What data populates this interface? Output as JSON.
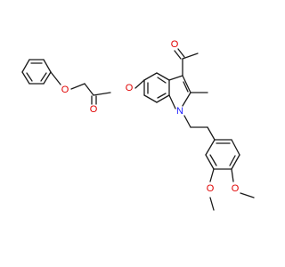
{
  "structure": {
    "atoms": {
      "o_carbonyl_ester": "O",
      "o_ester": "O",
      "o_phenoxy": "O",
      "o_acetyl": "O",
      "n_indole": "N",
      "o_methoxy_3": "O",
      "o_methoxy_4": "O"
    }
  },
  "colors": {
    "bond": "#1a1a1a",
    "oxygen": "#e00000",
    "nitrogen": "#1a1aff",
    "background": "#ffffff"
  }
}
